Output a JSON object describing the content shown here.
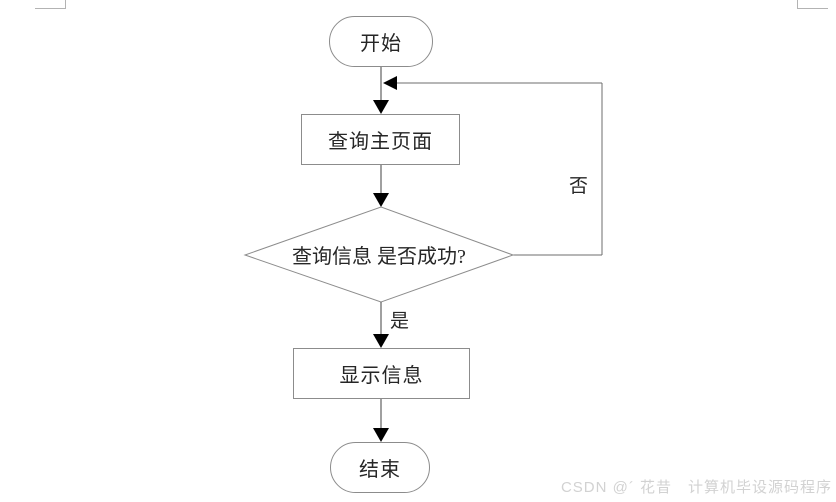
{
  "flowchart": {
    "nodes": [
      {
        "id": "start",
        "type": "terminator",
        "label": "开始"
      },
      {
        "id": "query-main-page",
        "type": "process",
        "label": "查询主页面"
      },
      {
        "id": "query-success",
        "type": "decision",
        "label": "查询信息 是否成功?"
      },
      {
        "id": "display-info",
        "type": "process",
        "label": "显示信息"
      },
      {
        "id": "end",
        "type": "terminator",
        "label": "结束"
      }
    ],
    "edges": [
      {
        "from": "start",
        "to": "query-main-page",
        "label": ""
      },
      {
        "from": "query-main-page",
        "to": "query-success",
        "label": ""
      },
      {
        "from": "query-success",
        "to": "display-info",
        "label": "是"
      },
      {
        "from": "query-success",
        "to": "query-main-page",
        "label": "否"
      },
      {
        "from": "display-info",
        "to": "end",
        "label": ""
      }
    ],
    "colors": {
      "shape_border": "#8c8c8c",
      "connector": "#404040",
      "arrowhead": "#000000",
      "text": "#262626"
    }
  },
  "watermark": {
    "text": "CSDN @´ 花昔　计算机毕设源码程序",
    "color": "#d2d2d2"
  }
}
